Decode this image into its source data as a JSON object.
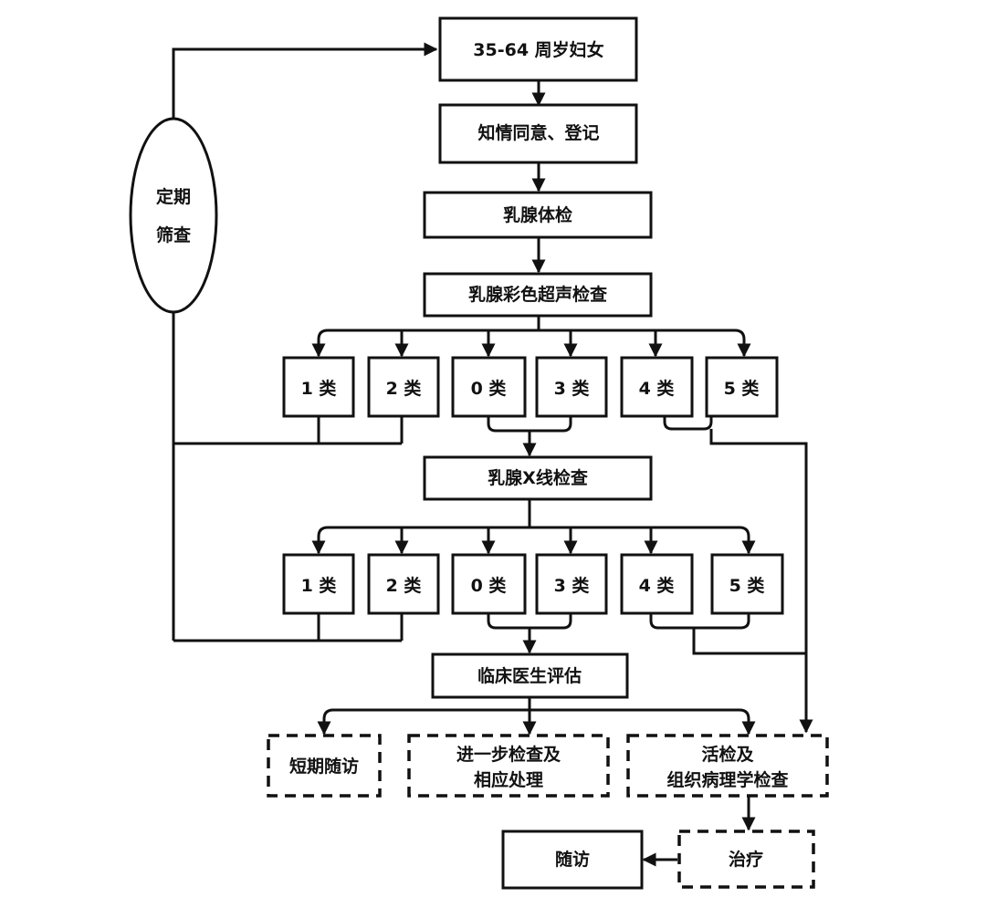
{
  "flow": {
    "start": "35-64 周岁妇女",
    "consent": "知情同意、登记",
    "physical_exam": "乳腺体检",
    "ultrasound": "乳腺彩色超声检查",
    "mammography": "乳腺X线检查",
    "clinical_eval": "临床医生评估",
    "short_followup": "短期随访",
    "further_line1": "进一步检查及",
    "further_line2": "相应处理",
    "biopsy_line1": "活检及",
    "biopsy_line2": "组织病理学检查",
    "treatment": "治疗",
    "followup": "随访"
  },
  "periodic_screening": {
    "line1": "定期",
    "line2": "筛查"
  },
  "ultrasound_categories": [
    "1 类",
    "2 类",
    "0 类",
    "3 类",
    "4 类",
    "5 类"
  ],
  "mammography_categories": [
    "1 类",
    "2 类",
    "0 类",
    "3 类",
    "4 类",
    "5 类"
  ]
}
